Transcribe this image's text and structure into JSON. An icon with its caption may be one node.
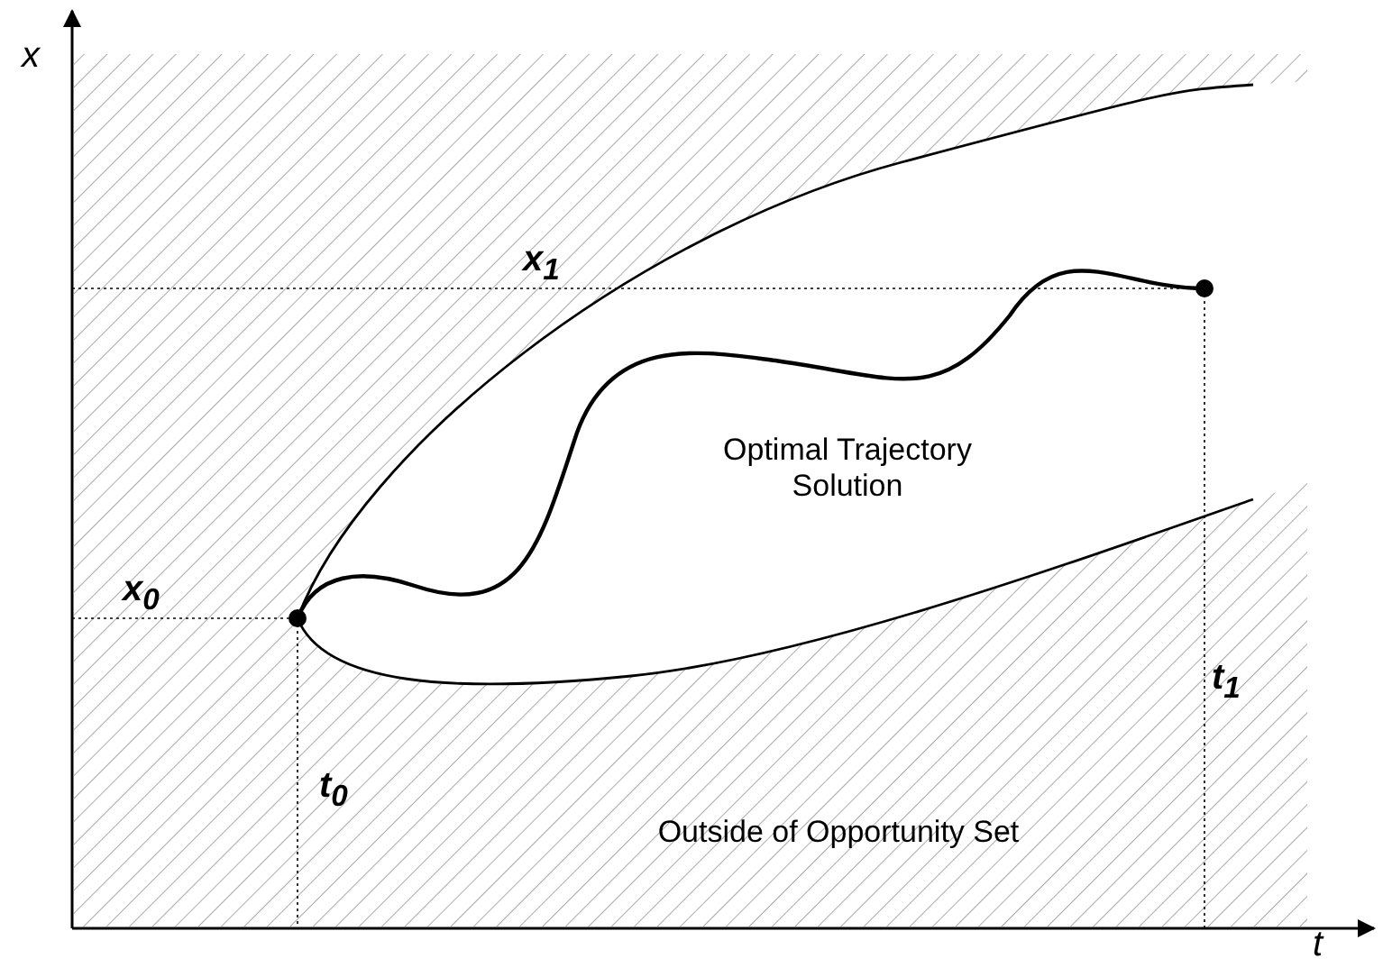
{
  "diagram": {
    "labels": [
      "x",
      "x$_{1}$",
      "Optimal Trajectory Solution",
      "x$_{0}$",
      "t$_{1}$",
      "t$_{0}$",
      "Outside of Opportunity Set",
      "t"
    ]
  }
}
